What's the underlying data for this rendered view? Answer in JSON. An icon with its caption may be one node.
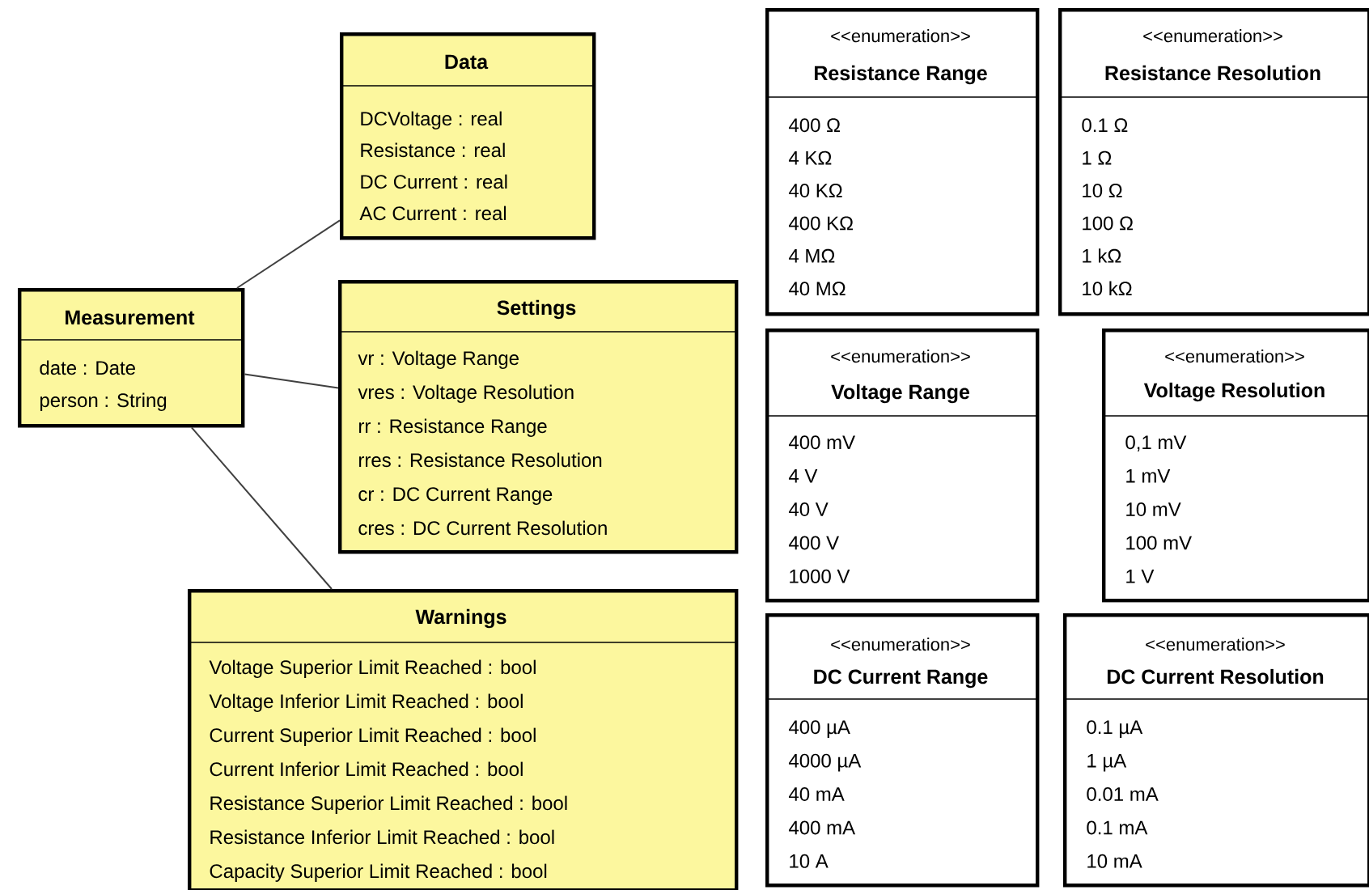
{
  "diagram": {
    "nodes": [
      {
        "text": [
          "Measurement",
          "date : Date",
          "person : String"
        ]
      },
      {
        "text": [
          "Data",
          "DCVoltage : real",
          "Resistance : real",
          "DC Current : real",
          "AC Current : real"
        ]
      },
      {
        "text": [
          "Settings",
          "vr : Voltage Range",
          "vres : Voltage Resolution",
          "rr : Resistance Range",
          "rres : Resistance Resolution",
          "cr : DC Current Range",
          "cres : DC Current Resolution"
        ]
      },
      {
        "text": [
          "Warnings",
          "Voltage Superior Limit Reached : bool",
          "Voltage Inferior Limit Reached : bool",
          "Current Superior Limit Reached : bool",
          "Current Inferior Limit Reached : bool",
          "Resistance Superior Limit Reached : bool",
          "Resistance Inferior Limit Reached : bool",
          "Capacity Superior Limit Reached : bool"
        ]
      },
      {
        "text": [
          "<<enumeration>>",
          "Resistance Range",
          "400 Ω",
          "4 KΩ",
          "40 KΩ",
          "400 KΩ",
          "4 MΩ",
          "40 MΩ"
        ]
      },
      {
        "text": [
          "<<enumeration>>",
          "Resistance Resolution",
          "0.1 Ω",
          "1 Ω",
          "10 Ω",
          "100 Ω",
          "1 kΩ",
          "10 kΩ"
        ]
      },
      {
        "text": [
          "<<enumeration>>",
          "Voltage Range",
          "400 mV",
          "4 V",
          "40 V",
          "400 V",
          "1000 V"
        ]
      },
      {
        "text": [
          "<<enumeration>>",
          "Voltage Resolution",
          "0,1 mV",
          "1 mV",
          "10 mV",
          "100 mV",
          "1 V"
        ]
      },
      {
        "text": [
          "<<enumeration>>",
          "DC Current Range",
          "400 µA",
          "4000 µA",
          "40 mA",
          "400 mA",
          "10 A"
        ]
      },
      {
        "text": [
          "<<enumeration>>",
          "DC Current Resolution",
          "0.1 µA",
          "1 µA",
          "0.01 mA",
          "0.1 mA",
          "10 mA"
        ]
      }
    ],
    "edges": [
      {
        "from": 0,
        "to": 1,
        "arrow": "none"
      },
      {
        "from": 0,
        "to": 2,
        "arrow": "none"
      },
      {
        "from": 0,
        "to": 3,
        "arrow": "none"
      }
    ]
  }
}
